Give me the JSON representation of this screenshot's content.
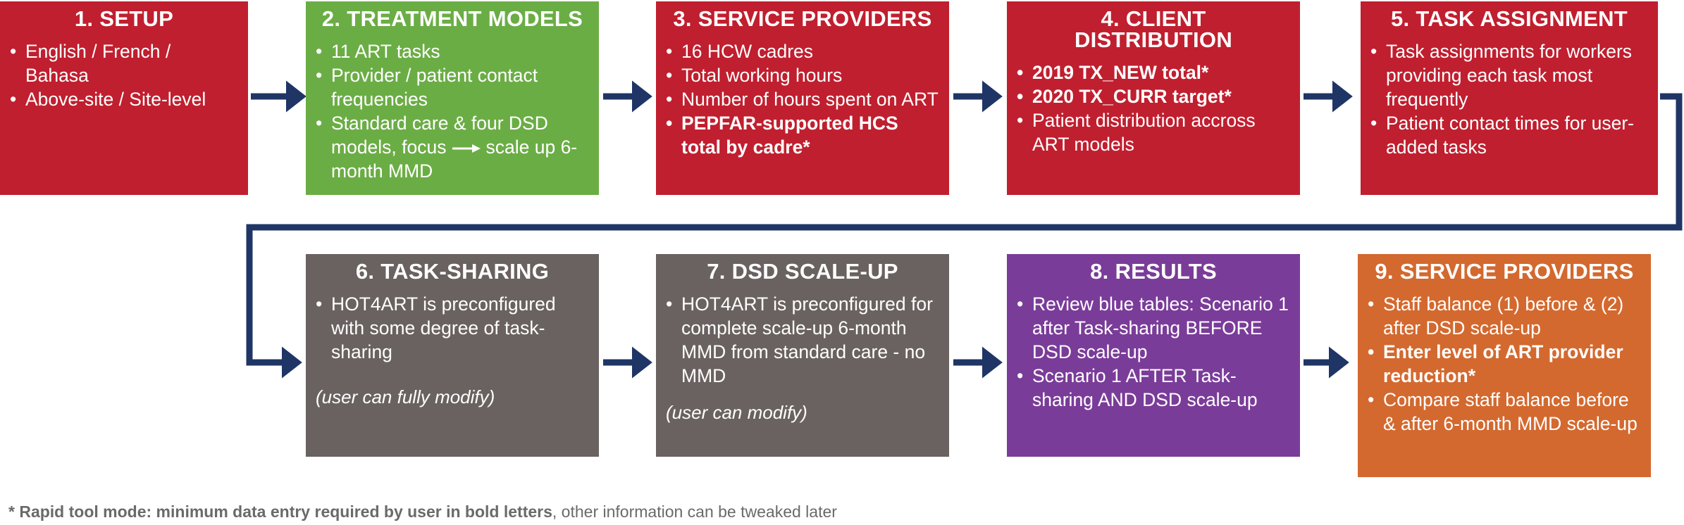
{
  "steps": [
    {
      "title": "1. SETUP",
      "items": [
        {
          "text": "English / French / Bahasa",
          "bold": false
        },
        {
          "text": "Above-site / Site-level",
          "bold": false
        }
      ]
    },
    {
      "title": "2. TREATMENT MODELS",
      "items": [
        {
          "text": "11 ART tasks",
          "bold": false
        },
        {
          "text": "Provider / patient contact frequencies",
          "bold": false
        }
      ],
      "item3_before": "Standard care & four DSD models, focus",
      "item3_after": "scale up 6-month MMD"
    },
    {
      "title": "3. SERVICE PROVIDERS",
      "items": [
        {
          "text": "16 HCW cadres",
          "bold": false
        },
        {
          "text": "Total working hours",
          "bold": false
        },
        {
          "text": "Number of hours spent on ART",
          "bold": false
        },
        {
          "text": "PEPFAR-supported HCS total by cadre*",
          "bold": true
        }
      ]
    },
    {
      "title": "4. CLIENT DISTRIBUTION",
      "items": [
        {
          "text": "2019 TX_NEW total*",
          "bold": true
        },
        {
          "text": "2020 TX_CURR target*",
          "bold": true
        },
        {
          "text": "Patient distribution accross ART models",
          "bold": false
        }
      ]
    },
    {
      "title": "5. TASK ASSIGNMENT",
      "items": [
        {
          "text": "Task assignments for workers providing each task most frequently",
          "bold": false
        },
        {
          "text": "Patient contact times for user-added tasks",
          "bold": false
        }
      ]
    },
    {
      "title": "6. TASK-SHARING",
      "items": [
        {
          "text": "HOT4ART is preconfigured with some degree of task-sharing",
          "bold": false
        }
      ],
      "note": "(user can fully modify)"
    },
    {
      "title": "7. DSD SCALE-UP",
      "items": [
        {
          "text": "HOT4ART is preconfigured for complete scale-up 6-month MMD from standard care - no MMD",
          "bold": false
        }
      ],
      "note": "(user can modify)"
    },
    {
      "title": "8. RESULTS",
      "items": [
        {
          "text": "Review blue tables: Scenario 1 after Task-sharing BEFORE DSD scale-up",
          "bold": false
        },
        {
          "text": "Scenario 1 AFTER Task-sharing  AND DSD scale-up",
          "bold": false
        }
      ]
    },
    {
      "title": "9. SERVICE PROVIDERS",
      "items": [
        {
          "text": "Staff balance (1) before & (2) after DSD scale-up",
          "bold": false
        },
        {
          "text": "Enter level of ART provider reduction*",
          "bold": true
        },
        {
          "text": "Compare staff balance before & after 6-month MMD scale-up",
          "bold": false
        }
      ]
    }
  ],
  "footnote": {
    "star": "* ",
    "bold": "Rapid tool mode: minimum data entry required by user in bold letters",
    "rest": ", other information can be tweaked later"
  },
  "colors": {
    "red": "#c01f2f",
    "green": "#6bad45",
    "gray": "#6a6260",
    "purple": "#7a3c99",
    "orange": "#d3692f",
    "arrow": "#1f3566"
  }
}
